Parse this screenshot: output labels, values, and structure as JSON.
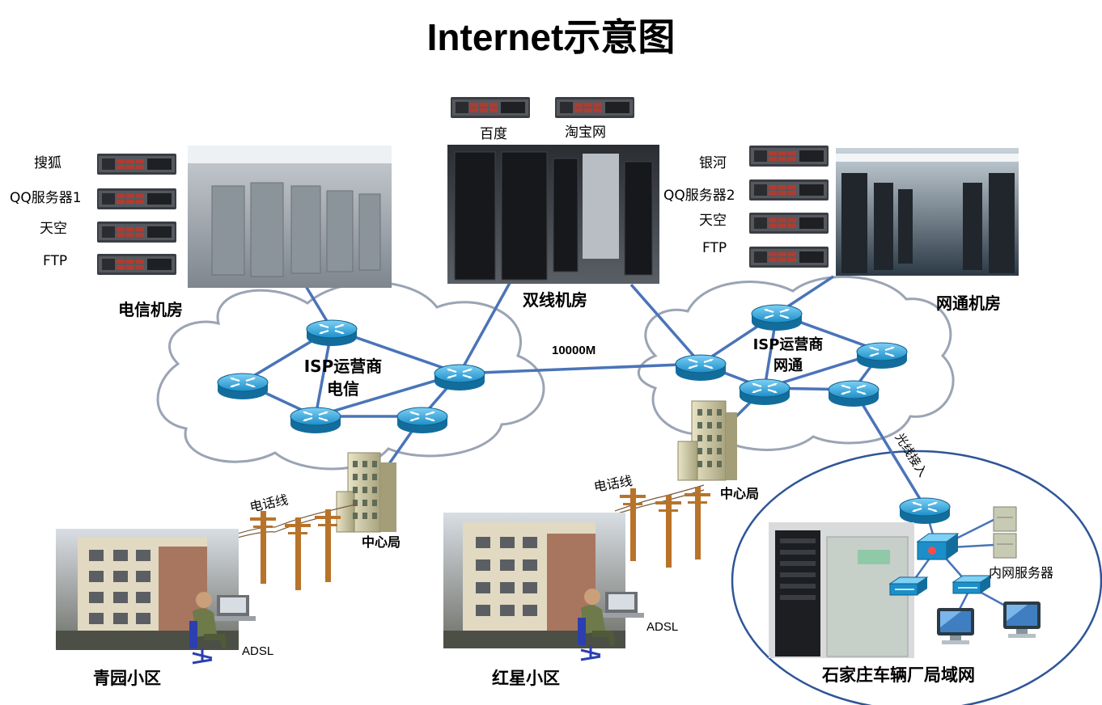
{
  "title": "Internet示意图",
  "rooms": {
    "telecom": "电信机房",
    "dual": "双线机房",
    "netcom": "网通机房"
  },
  "servers": {
    "telecom": [
      "搜狐",
      "QQ服务器1",
      "天空",
      "FTP"
    ],
    "dual": [
      "百度",
      "淘宝网"
    ],
    "netcom": [
      "银河",
      "QQ服务器2",
      "天空",
      "FTP"
    ]
  },
  "clouds": {
    "telecom": [
      "ISP运营商",
      "电信"
    ],
    "netcom": [
      "ISP运营商",
      "网通"
    ]
  },
  "link_speed": "10000M",
  "phone_line": "电话线",
  "central_office": "中心局",
  "adsl": "ADSL",
  "fiber_access": "光线接入",
  "intranet_server": "内网服务器",
  "communities": [
    "青园小区",
    "红星小区"
  ],
  "lan": "石家庄车辆厂局域网",
  "colors": {
    "link": "#4a74b8",
    "router": "#1b8fc9",
    "cloud_stroke": "#9aa4b4"
  }
}
